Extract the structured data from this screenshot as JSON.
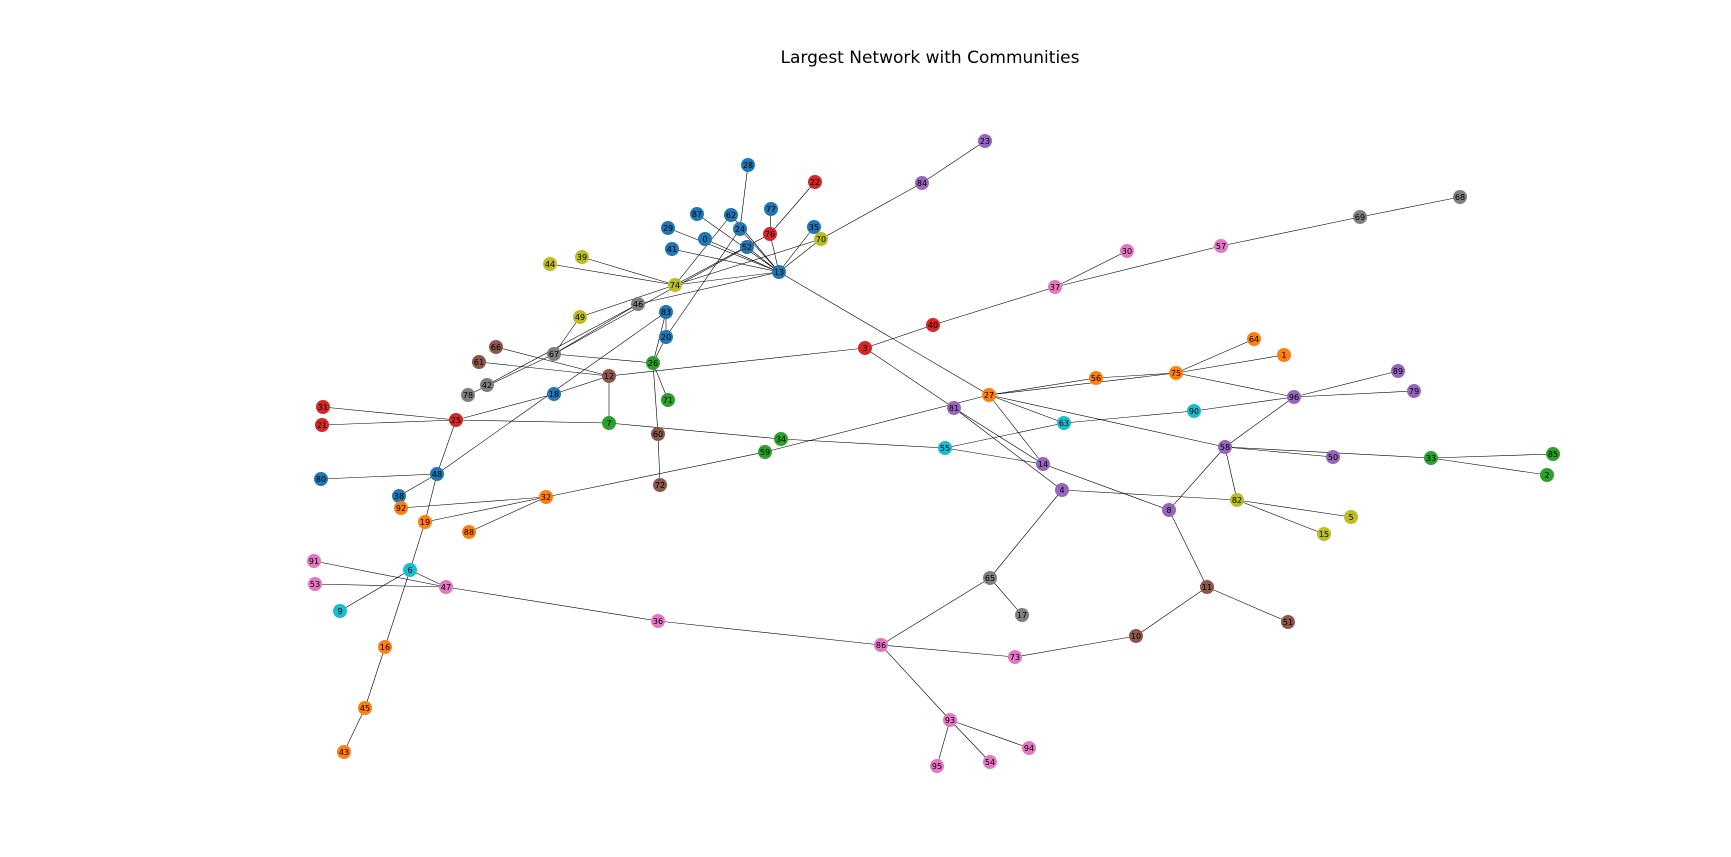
{
  "title": "Largest Network with Communities",
  "colors": {
    "blue": "#1f77b4",
    "orange": "#ff7f0e",
    "green": "#2ca02c",
    "red": "#d62728",
    "purple": "#9467bd",
    "brown": "#8c564b",
    "pink": "#e377c2",
    "gray": "#7f7f7f",
    "olive": "#bcbd22",
    "cyan": "#17becf"
  },
  "nodes": [
    {
      "id": "28",
      "c": "blue"
    },
    {
      "id": "22",
      "c": "red"
    },
    {
      "id": "23",
      "c": "purple"
    },
    {
      "id": "84",
      "c": "purple"
    },
    {
      "id": "68",
      "c": "gray"
    },
    {
      "id": "69",
      "c": "gray"
    },
    {
      "id": "57",
      "c": "pink"
    },
    {
      "id": "30",
      "c": "pink"
    },
    {
      "id": "37",
      "c": "pink"
    },
    {
      "id": "87",
      "c": "blue"
    },
    {
      "id": "62",
      "c": "blue"
    },
    {
      "id": "77",
      "c": "blue"
    },
    {
      "id": "24",
      "c": "blue"
    },
    {
      "id": "29",
      "c": "blue"
    },
    {
      "id": "0",
      "c": "blue"
    },
    {
      "id": "76",
      "c": "red"
    },
    {
      "id": "35",
      "c": "blue"
    },
    {
      "id": "70",
      "c": "olive"
    },
    {
      "id": "41",
      "c": "blue"
    },
    {
      "id": "52",
      "c": "blue"
    },
    {
      "id": "13",
      "c": "blue"
    },
    {
      "id": "39",
      "c": "olive"
    },
    {
      "id": "44",
      "c": "olive"
    },
    {
      "id": "74",
      "c": "olive"
    },
    {
      "id": "46",
      "c": "gray"
    },
    {
      "id": "49",
      "c": "olive"
    },
    {
      "id": "83",
      "c": "blue"
    },
    {
      "id": "20",
      "c": "blue"
    },
    {
      "id": "66",
      "c": "brown"
    },
    {
      "id": "67",
      "c": "gray"
    },
    {
      "id": "61",
      "c": "brown"
    },
    {
      "id": "42",
      "c": "gray"
    },
    {
      "id": "78",
      "c": "gray"
    },
    {
      "id": "26",
      "c": "green"
    },
    {
      "id": "12",
      "c": "brown"
    },
    {
      "id": "71",
      "c": "green"
    },
    {
      "id": "18",
      "c": "blue"
    },
    {
      "id": "3",
      "c": "red"
    },
    {
      "id": "40",
      "c": "red"
    },
    {
      "id": "64",
      "c": "orange"
    },
    {
      "id": "1",
      "c": "orange"
    },
    {
      "id": "75",
      "c": "orange"
    },
    {
      "id": "56",
      "c": "orange"
    },
    {
      "id": "89",
      "c": "purple"
    },
    {
      "id": "96",
      "c": "purple"
    },
    {
      "id": "79",
      "c": "purple"
    },
    {
      "id": "27",
      "c": "orange"
    },
    {
      "id": "81",
      "c": "purple"
    },
    {
      "id": "90",
      "c": "cyan"
    },
    {
      "id": "63",
      "c": "cyan"
    },
    {
      "id": "31",
      "c": "red"
    },
    {
      "id": "25",
      "c": "red"
    },
    {
      "id": "21",
      "c": "red"
    },
    {
      "id": "7",
      "c": "green"
    },
    {
      "id": "60",
      "c": "brown"
    },
    {
      "id": "34",
      "c": "green"
    },
    {
      "id": "59",
      "c": "green"
    },
    {
      "id": "55",
      "c": "cyan"
    },
    {
      "id": "58",
      "c": "purple"
    },
    {
      "id": "50",
      "c": "purple"
    },
    {
      "id": "33",
      "c": "green"
    },
    {
      "id": "85",
      "c": "green"
    },
    {
      "id": "2",
      "c": "green"
    },
    {
      "id": "14",
      "c": "purple"
    },
    {
      "id": "4",
      "c": "purple"
    },
    {
      "id": "72",
      "c": "brown"
    },
    {
      "id": "80",
      "c": "blue"
    },
    {
      "id": "48",
      "c": "blue"
    },
    {
      "id": "38",
      "c": "blue"
    },
    {
      "id": "92",
      "c": "orange"
    },
    {
      "id": "32",
      "c": "orange"
    },
    {
      "id": "19",
      "c": "orange"
    },
    {
      "id": "88",
      "c": "orange"
    },
    {
      "id": "82",
      "c": "olive"
    },
    {
      "id": "8",
      "c": "purple"
    },
    {
      "id": "5",
      "c": "olive"
    },
    {
      "id": "15",
      "c": "olive"
    },
    {
      "id": "91",
      "c": "pink"
    },
    {
      "id": "6",
      "c": "cyan"
    },
    {
      "id": "53",
      "c": "pink"
    },
    {
      "id": "47",
      "c": "pink"
    },
    {
      "id": "9",
      "c": "cyan"
    },
    {
      "id": "65",
      "c": "gray"
    },
    {
      "id": "11",
      "c": "brown"
    },
    {
      "id": "17",
      "c": "gray"
    },
    {
      "id": "51",
      "c": "brown"
    },
    {
      "id": "36",
      "c": "pink"
    },
    {
      "id": "16",
      "c": "orange"
    },
    {
      "id": "86",
      "c": "pink"
    },
    {
      "id": "10",
      "c": "brown"
    },
    {
      "id": "73",
      "c": "pink"
    },
    {
      "id": "45",
      "c": "orange"
    },
    {
      "id": "93",
      "c": "pink"
    },
    {
      "id": "94",
      "c": "pink"
    },
    {
      "id": "54",
      "c": "pink"
    },
    {
      "id": "95",
      "c": "pink"
    },
    {
      "id": "43",
      "c": "orange"
    }
  ],
  "edges": [
    [
      "28",
      "24"
    ],
    [
      "22",
      "76"
    ],
    [
      "23",
      "84"
    ],
    [
      "84",
      "70"
    ],
    [
      "68",
      "69"
    ],
    [
      "69",
      "57"
    ],
    [
      "57",
      "37"
    ],
    [
      "30",
      "37"
    ],
    [
      "37",
      "40"
    ],
    [
      "40",
      "3"
    ],
    [
      "87",
      "13"
    ],
    [
      "62",
      "13"
    ],
    [
      "77",
      "76"
    ],
    [
      "24",
      "13"
    ],
    [
      "24",
      "20"
    ],
    [
      "29",
      "13"
    ],
    [
      "0",
      "13"
    ],
    [
      "76",
      "13"
    ],
    [
      "76",
      "74"
    ],
    [
      "35",
      "13"
    ],
    [
      "70",
      "13"
    ],
    [
      "70",
      "74"
    ],
    [
      "41",
      "13"
    ],
    [
      "52",
      "13"
    ],
    [
      "52",
      "67"
    ],
    [
      "13",
      "74"
    ],
    [
      "13",
      "46"
    ],
    [
      "13",
      "27"
    ],
    [
      "39",
      "74"
    ],
    [
      "44",
      "74"
    ],
    [
      "74",
      "49"
    ],
    [
      "74",
      "62"
    ],
    [
      "46",
      "67"
    ],
    [
      "46",
      "42"
    ],
    [
      "49",
      "67"
    ],
    [
      "83",
      "20"
    ],
    [
      "83",
      "26"
    ],
    [
      "83",
      "48"
    ],
    [
      "20",
      "26"
    ],
    [
      "66",
      "12"
    ],
    [
      "67",
      "26"
    ],
    [
      "67",
      "78"
    ],
    [
      "61",
      "12"
    ],
    [
      "12",
      "18"
    ],
    [
      "12",
      "7"
    ],
    [
      "12",
      "3"
    ],
    [
      "26",
      "71"
    ],
    [
      "26",
      "60"
    ],
    [
      "18",
      "25"
    ],
    [
      "3",
      "81"
    ],
    [
      "75",
      "64"
    ],
    [
      "75",
      "1"
    ],
    [
      "75",
      "56"
    ],
    [
      "75",
      "96"
    ],
    [
      "75",
      "27"
    ],
    [
      "56",
      "27"
    ],
    [
      "96",
      "89"
    ],
    [
      "96",
      "79"
    ],
    [
      "96",
      "90"
    ],
    [
      "96",
      "58"
    ],
    [
      "27",
      "63"
    ],
    [
      "27",
      "58"
    ],
    [
      "27",
      "14"
    ],
    [
      "27",
      "59"
    ],
    [
      "81",
      "4"
    ],
    [
      "81",
      "14"
    ],
    [
      "90",
      "63"
    ],
    [
      "63",
      "55"
    ],
    [
      "31",
      "25"
    ],
    [
      "21",
      "25"
    ],
    [
      "25",
      "7"
    ],
    [
      "25",
      "48"
    ],
    [
      "7",
      "34"
    ],
    [
      "60",
      "72"
    ],
    [
      "34",
      "55"
    ],
    [
      "59",
      "32"
    ],
    [
      "55",
      "14"
    ],
    [
      "58",
      "50"
    ],
    [
      "58",
      "33"
    ],
    [
      "58",
      "82"
    ],
    [
      "58",
      "8"
    ],
    [
      "33",
      "85"
    ],
    [
      "33",
      "2"
    ],
    [
      "14",
      "8"
    ],
    [
      "4",
      "82"
    ],
    [
      "4",
      "65"
    ],
    [
      "80",
      "48"
    ],
    [
      "48",
      "38"
    ],
    [
      "48",
      "19"
    ],
    [
      "92",
      "32"
    ],
    [
      "32",
      "19"
    ],
    [
      "32",
      "88"
    ],
    [
      "19",
      "6"
    ],
    [
      "82",
      "5"
    ],
    [
      "82",
      "15"
    ],
    [
      "8",
      "11"
    ],
    [
      "91",
      "47"
    ],
    [
      "6",
      "9"
    ],
    [
      "6",
      "47"
    ],
    [
      "6",
      "16"
    ],
    [
      "53",
      "47"
    ],
    [
      "47",
      "36"
    ],
    [
      "65",
      "17"
    ],
    [
      "65",
      "86"
    ],
    [
      "11",
      "51"
    ],
    [
      "11",
      "10"
    ],
    [
      "36",
      "86"
    ],
    [
      "16",
      "45"
    ],
    [
      "86",
      "73"
    ],
    [
      "86",
      "93"
    ],
    [
      "10",
      "73"
    ],
    [
      "45",
      "43"
    ],
    [
      "93",
      "94"
    ],
    [
      "93",
      "54"
    ],
    [
      "93",
      "95"
    ]
  ]
}
